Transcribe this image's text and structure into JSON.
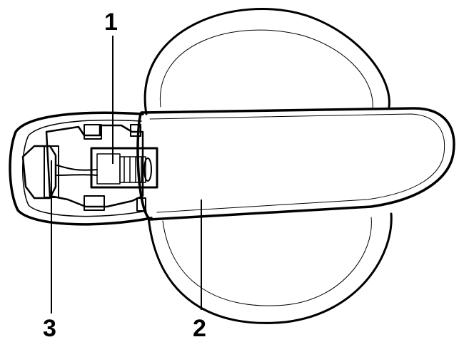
{
  "callouts": [
    {
      "id": "1",
      "label": "1"
    },
    {
      "id": "2",
      "label": "2"
    },
    {
      "id": "3",
      "label": "3"
    }
  ],
  "colors": {
    "line": "#000000",
    "background": "#ffffff",
    "shading": "#666666"
  }
}
